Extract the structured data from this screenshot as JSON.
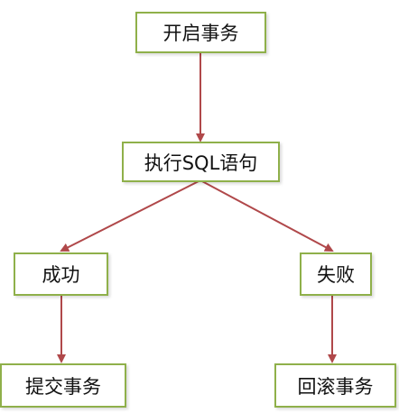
{
  "colors": {
    "node_border": "#8fb04a",
    "arrow": "#b0484a"
  },
  "nodes": {
    "start": "开启事务",
    "execute": "执行SQL语句",
    "success": "成功",
    "failure": "失败",
    "commit": "提交事务",
    "rollback": "回滚事务"
  },
  "edges": [
    {
      "from": "start",
      "to": "execute"
    },
    {
      "from": "execute",
      "to": "success"
    },
    {
      "from": "execute",
      "to": "failure"
    },
    {
      "from": "success",
      "to": "commit"
    },
    {
      "from": "failure",
      "to": "rollback"
    }
  ]
}
